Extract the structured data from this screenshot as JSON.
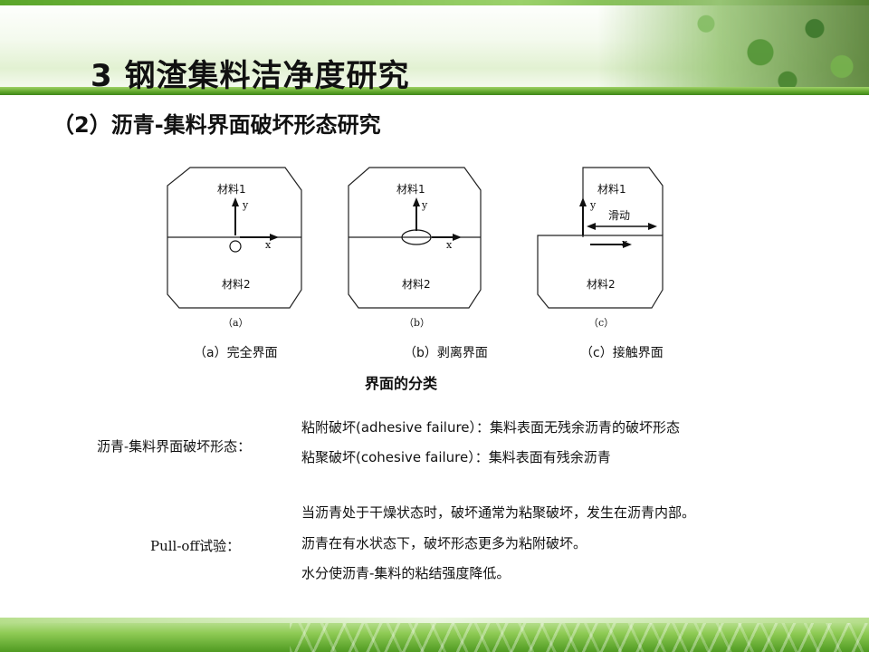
{
  "slide": {
    "title": "3    钢渣集料洁净度研究",
    "section_title": "（2）沥青-集料界面破坏形态研究"
  },
  "diagrams": [
    {
      "material_top": "材料1",
      "material_bottom": "材料2",
      "axis_y": "y",
      "axis_x": "x",
      "panel_label": "（a）",
      "caption": "（a）完全界面"
    },
    {
      "material_top": "材料1",
      "material_bottom": "材料2",
      "axis_y": "y",
      "axis_x": "x",
      "panel_label": "（b）",
      "caption": "（b）剥离界面"
    },
    {
      "material_top": "材料1",
      "material_bottom": "材料2",
      "axis_y": "y",
      "axis_x": "x",
      "panel_label": "（c）",
      "caption": "（c）接触界面",
      "slide_label": "滑动"
    }
  ],
  "figure_caption": "界面的分类",
  "failure_modes": {
    "label": "沥青-集料界面破坏形态：",
    "items": [
      "粘附破坏(adhesive failure）：集料表面无残余沥青的破坏形态",
      "粘聚破坏(cohesive failure）：集料表面有残余沥青"
    ]
  },
  "pull_off": {
    "label": "Pull-off试验：",
    "items": [
      "当沥青处于干燥状态时，破坏通常为粘聚破坏，发生在沥青内部。",
      "沥青在有水状态下，破坏形态更多为粘附破坏。",
      "水分使沥青-集料的粘结强度降低。"
    ]
  }
}
